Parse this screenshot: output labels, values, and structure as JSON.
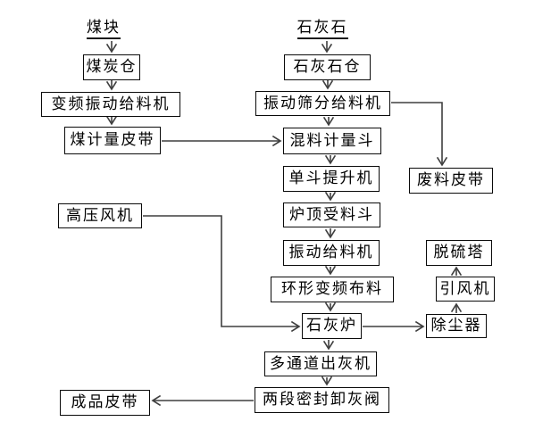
{
  "diagram": {
    "kind": "process-flowchart",
    "language": "zh-CN",
    "subject": "lime kiln production process flow",
    "nodes": [
      {
        "id": "coal-lump",
        "label": "煤块",
        "shape": "underlined-label"
      },
      {
        "id": "coal-bunker",
        "label": "煤炭仓",
        "shape": "box"
      },
      {
        "id": "vf-vibrating-feeder",
        "label": "变频振动给料机",
        "shape": "box"
      },
      {
        "id": "coal-weighing-belt",
        "label": "煤计量皮带",
        "shape": "box"
      },
      {
        "id": "limestone",
        "label": "石灰石",
        "shape": "underlined-label"
      },
      {
        "id": "limestone-bunker",
        "label": "石灰石仓",
        "shape": "box"
      },
      {
        "id": "vibrating-screening-feeder",
        "label": "振动筛分给料机",
        "shape": "box"
      },
      {
        "id": "mix-weighing-hopper",
        "label": "混料计量斗",
        "shape": "box"
      },
      {
        "id": "single-bucket-elevator",
        "label": "单斗提升机",
        "shape": "box"
      },
      {
        "id": "kiln-top-receiving-hopper",
        "label": "炉顶受料斗",
        "shape": "box"
      },
      {
        "id": "vibrating-feeder",
        "label": "振动给料机",
        "shape": "box"
      },
      {
        "id": "annular-vf-distributor",
        "label": "环形变频布料",
        "shape": "box"
      },
      {
        "id": "lime-kiln",
        "label": "石灰炉",
        "shape": "box"
      },
      {
        "id": "high-pressure-fan",
        "label": "高压风机",
        "shape": "box"
      },
      {
        "id": "waste-belt",
        "label": "废料皮带",
        "shape": "box"
      },
      {
        "id": "desulfurization-tower",
        "label": "脱硫塔",
        "shape": "box"
      },
      {
        "id": "induced-draft-fan",
        "label": "引风机",
        "shape": "box"
      },
      {
        "id": "dust-collector",
        "label": "除尘器",
        "shape": "box"
      },
      {
        "id": "multi-channel-ash-discharger",
        "label": "多通道出灰机",
        "shape": "box"
      },
      {
        "id": "two-stage-sealed-ash-valve",
        "label": "两段密封卸灰阀",
        "shape": "box"
      },
      {
        "id": "product-belt",
        "label": "成品皮带",
        "shape": "box"
      }
    ],
    "edges": [
      {
        "from": "coal-lump",
        "to": "coal-bunker"
      },
      {
        "from": "coal-bunker",
        "to": "vf-vibrating-feeder"
      },
      {
        "from": "vf-vibrating-feeder",
        "to": "coal-weighing-belt"
      },
      {
        "from": "coal-weighing-belt",
        "to": "mix-weighing-hopper"
      },
      {
        "from": "limestone",
        "to": "limestone-bunker"
      },
      {
        "from": "limestone-bunker",
        "to": "vibrating-screening-feeder"
      },
      {
        "from": "vibrating-screening-feeder",
        "to": "mix-weighing-hopper"
      },
      {
        "from": "vibrating-screening-feeder",
        "to": "waste-belt"
      },
      {
        "from": "mix-weighing-hopper",
        "to": "single-bucket-elevator"
      },
      {
        "from": "single-bucket-elevator",
        "to": "kiln-top-receiving-hopper"
      },
      {
        "from": "kiln-top-receiving-hopper",
        "to": "vibrating-feeder"
      },
      {
        "from": "vibrating-feeder",
        "to": "annular-vf-distributor"
      },
      {
        "from": "annular-vf-distributor",
        "to": "lime-kiln"
      },
      {
        "from": "high-pressure-fan",
        "to": "lime-kiln"
      },
      {
        "from": "lime-kiln",
        "to": "dust-collector"
      },
      {
        "from": "dust-collector",
        "to": "induced-draft-fan"
      },
      {
        "from": "induced-draft-fan",
        "to": "desulfurization-tower"
      },
      {
        "from": "lime-kiln",
        "to": "multi-channel-ash-discharger"
      },
      {
        "from": "multi-channel-ash-discharger",
        "to": "two-stage-sealed-ash-valve"
      },
      {
        "from": "two-stage-sealed-ash-valve",
        "to": "product-belt"
      }
    ]
  },
  "colors": {
    "background": "#ffffff",
    "box_border": "#0a0a0a",
    "text": "#000000",
    "connector_line": "#3f3f3f"
  }
}
